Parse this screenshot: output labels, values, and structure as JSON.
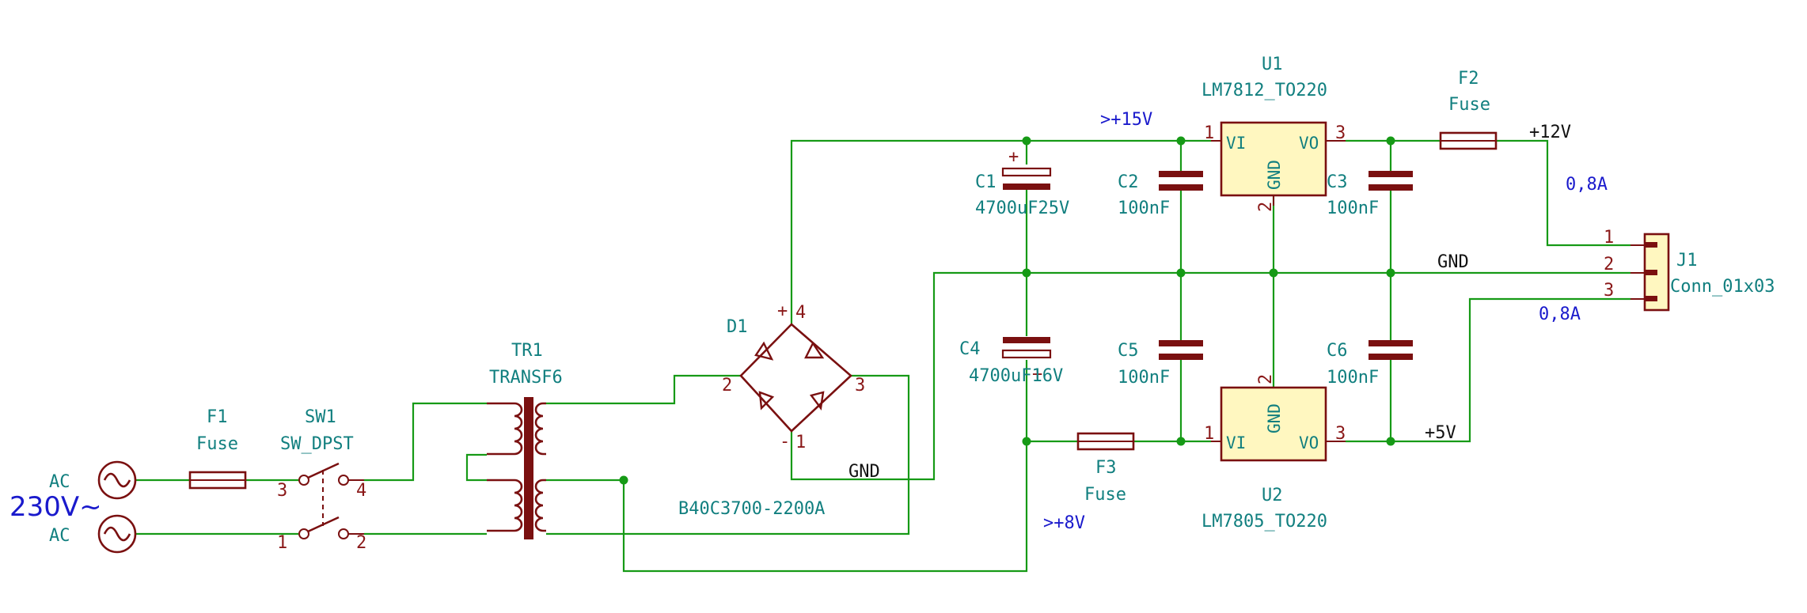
{
  "components": {
    "F1": {
      "ref": "F1",
      "value": "Fuse"
    },
    "F2": {
      "ref": "F2",
      "value": "Fuse"
    },
    "F3": {
      "ref": "F3",
      "value": "Fuse"
    },
    "SW1": {
      "ref": "SW1",
      "value": "SW_DPST",
      "pins": [
        "3",
        "4",
        "1",
        "2"
      ]
    },
    "TR1": {
      "ref": "TR1",
      "value": "TRANSF6"
    },
    "D1": {
      "ref": "D1",
      "value": "B40C3700-2200A",
      "pins": {
        "p1": "1",
        "p2": "2",
        "p3": "3",
        "p4": "4",
        "plus": "+",
        "minus": "-"
      }
    },
    "C1": {
      "ref": "C1",
      "value": "4700uF25V",
      "plus": "+"
    },
    "C4": {
      "ref": "C4",
      "value": "4700uF16V",
      "plus": "+"
    },
    "C2": {
      "ref": "C2",
      "value": "100nF"
    },
    "C3": {
      "ref": "C3",
      "value": "100nF"
    },
    "C5": {
      "ref": "C5",
      "value": "100nF"
    },
    "C6": {
      "ref": "C6",
      "value": "100nF"
    },
    "U1": {
      "ref": "U1",
      "value": "LM7812_TO220",
      "pin_vi": "VI",
      "pin_vo": "VO",
      "pin_gnd": "GND",
      "p1": "1",
      "p2": "2",
      "p3": "3"
    },
    "U2": {
      "ref": "U2",
      "value": "LM7805_TO220",
      "pin_vi": "VI",
      "pin_vo": "VO",
      "pin_gnd": "GND",
      "p1": "1",
      "p2": "2",
      "p3": "3"
    },
    "J1": {
      "ref": "J1",
      "value": "Conn_01x03",
      "pins": [
        "1",
        "2",
        "3"
      ]
    }
  },
  "sources": {
    "ac_top": "AC",
    "ac_bottom": "AC",
    "mains": "230V~"
  },
  "nets": {
    "v15": ">+15V",
    "v8": ">+8V",
    "v12": "+12V",
    "v5": "+5V",
    "gnd_main": "GND",
    "gnd_bridge": "GND"
  },
  "annotations": {
    "current_top": "0,8A",
    "current_bottom": "0,8A"
  },
  "colors": {
    "wire": "#169a16",
    "symbol": "#7a1010",
    "symbol_fill": "#fff7c0",
    "label": "#117f7f",
    "annotation": "#1a1acc"
  }
}
